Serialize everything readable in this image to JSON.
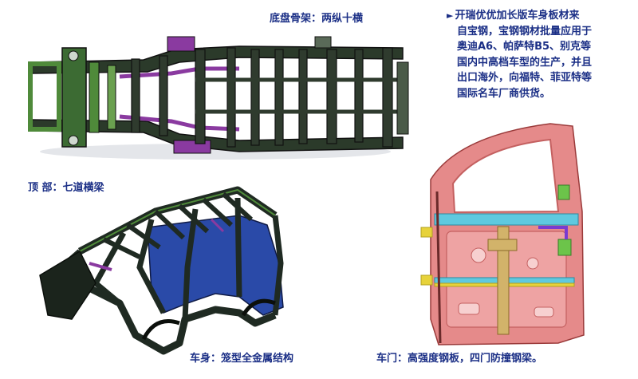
{
  "chassis": {
    "caption": "底盘骨架：两纵十横"
  },
  "roof": {
    "caption": "顶 部：七道横梁"
  },
  "body": {
    "caption": "车身：笼型全金属结构"
  },
  "door": {
    "caption": "车门：高强度钢板，四门防撞钢梁。"
  },
  "description": {
    "bullet_icon": "triangle-right-icon",
    "lines": [
      "开瑞优优加长版车身板材来",
      "自宝钢，宝钢钢材批量应用于",
      "奥迪A6、帕萨特B5、别克等",
      "国内中高档车型的生产，并且",
      "出口海外，向福特、菲亚特等",
      "国际名车厂商供货。"
    ]
  },
  "colors": {
    "text": "#1b2f86",
    "frame_dark": "#1f2a22",
    "frame_green": "#4f8a3a",
    "frame_purple": "#8a3aa0",
    "body_blue": "#2a4aa8",
    "door_pink": "#e58a8a",
    "beam_cyan": "#5fc9df",
    "beam_tan": "#d2b36a",
    "accent_yellow": "#e7d23a"
  }
}
